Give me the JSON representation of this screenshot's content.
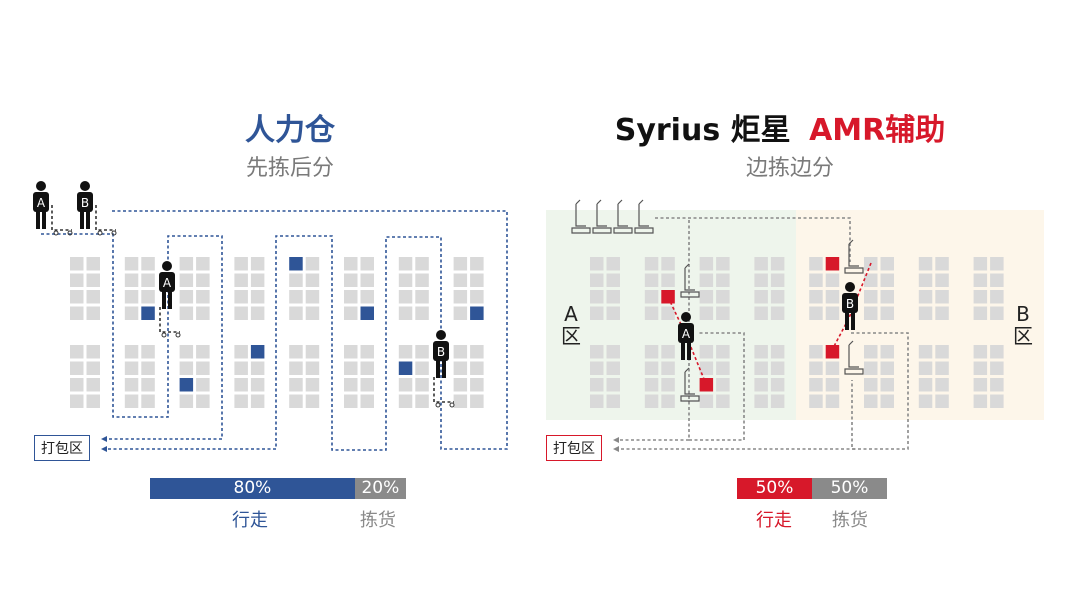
{
  "colors": {
    "blue": "#2f5597",
    "red": "#d7182a",
    "gray": "#8a8a8a",
    "rack": "#d9d9d9",
    "zoneA": "#eef5ec",
    "zoneB": "#fdf6ea"
  },
  "left": {
    "title": "人力仓",
    "subtitle": "先拣后分",
    "workers": [
      "A",
      "B"
    ],
    "pack_area": "打包区",
    "bar": {
      "walk_pct": 80,
      "pick_pct": 20,
      "walk_text": "80%",
      "pick_text": "20%",
      "walk_label": "行走",
      "pick_label": "拣货"
    }
  },
  "right": {
    "brand": "Syrius",
    "brand_cn": "炬星",
    "title": "AMR辅助",
    "subtitle": "边拣边分",
    "workers": [
      "A",
      "B"
    ],
    "zone_a": "A区",
    "zone_b": "B区",
    "pack_area": "打包区",
    "bar": {
      "walk_pct": 50,
      "pick_pct": 50,
      "walk_text": "50%",
      "pick_text": "50%",
      "walk_label": "行走",
      "pick_label": "拣货"
    }
  }
}
